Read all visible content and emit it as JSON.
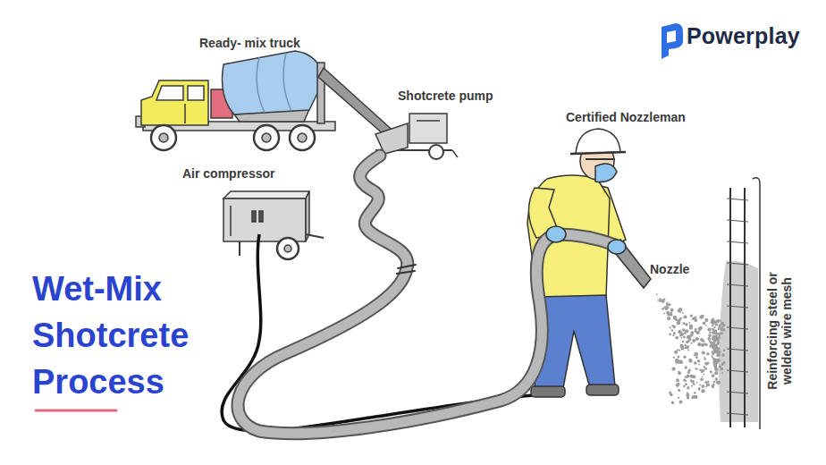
{
  "diagram": {
    "title": "Wet-Mix Shotcrete Process",
    "labels": [
      "Powerplay",
      "Ready- mix truck",
      "Shotcrete pump",
      "Certified Nozzleman",
      "Air compressor",
      "Nozzle",
      "Reinforcing steel or welded wire mesh"
    ]
  }
}
